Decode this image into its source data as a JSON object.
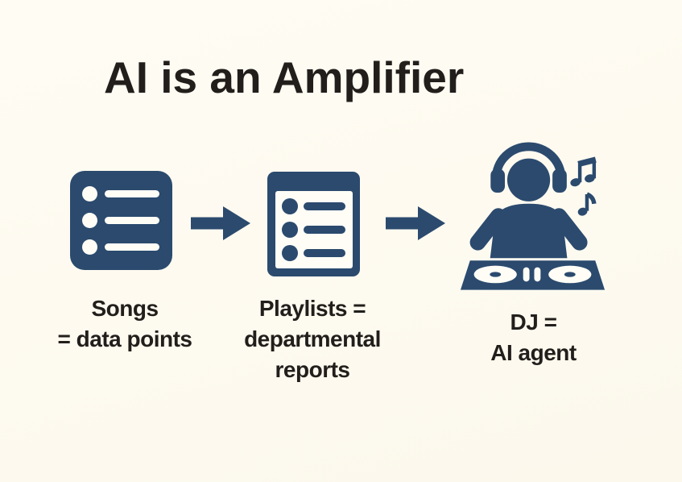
{
  "title": "AI is an Amplifier",
  "colors": {
    "background": "#fdfaf0",
    "navy": "#2b4a6e",
    "paper": "#fffdf6",
    "text": "#221e1b"
  },
  "flow": {
    "steps": [
      {
        "icon": "songs-list-icon",
        "label_lines": [
          "Songs",
          "= data points"
        ]
      },
      {
        "icon": "playlist-icon",
        "label_lines": [
          "Playlists =",
          "departmental",
          "reports"
        ]
      },
      {
        "icon": "dj-icon",
        "label_lines": [
          "DJ =",
          "AI agent"
        ]
      }
    ],
    "connector": "right-arrow-icon"
  }
}
